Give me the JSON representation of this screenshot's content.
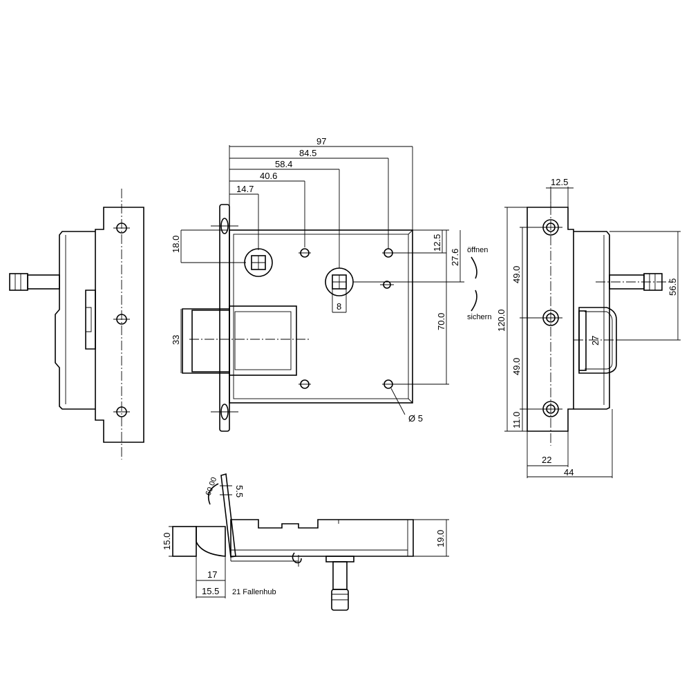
{
  "front_view": {
    "dim_97": "97",
    "dim_84_5": "84.5",
    "dim_58_4": "58.4",
    "dim_40_6": "40.6",
    "dim_14_7": "14.7",
    "dim_18_0": "18.0",
    "dim_12_5": "12.5",
    "dim_27_6": "27.6",
    "dim_70_0": "70.0",
    "dim_33": "33",
    "dim_8": "8",
    "hole_diameter": "Ø 5",
    "label_open": "öffnen",
    "label_secure": "sichern"
  },
  "side_view_right": {
    "dim_12_5": "12.5",
    "dim_49_0_top": "49.0",
    "dim_49_0_bottom": "49.0",
    "dim_120_0": "120.0",
    "dim_11_0": "11.0",
    "dim_56_5": "56.5",
    "dim_27": "27",
    "dim_22": "22",
    "dim_44": "44"
  },
  "bottom_view": {
    "dim_5_5": "5.5",
    "angle_label": "60.00",
    "dim_15_0": "15.0",
    "dim_19_0": "19.0",
    "dim_17": "17",
    "dim_15_5": "15.5",
    "latch_stroke": "21 Fallenhub"
  }
}
